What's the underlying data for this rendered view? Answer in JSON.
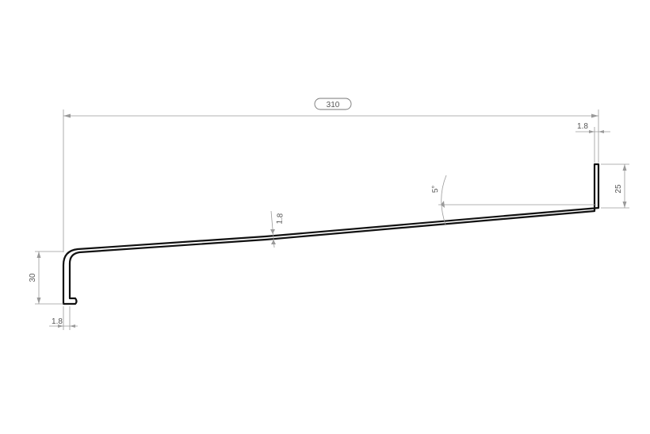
{
  "drawing": {
    "kind": "window sill profile cross-section",
    "colors": {
      "profile": "#111111",
      "dimension": "#9a9a9a",
      "text": "#555555"
    },
    "dimensions": {
      "overall_width": "310",
      "top_right_thickness": "1.8",
      "upturn_height": "25",
      "slope_angle": "5°",
      "sheet_thickness": "1.8",
      "front_drop_height": "30",
      "bottom_left_thickness": "1.8"
    }
  }
}
